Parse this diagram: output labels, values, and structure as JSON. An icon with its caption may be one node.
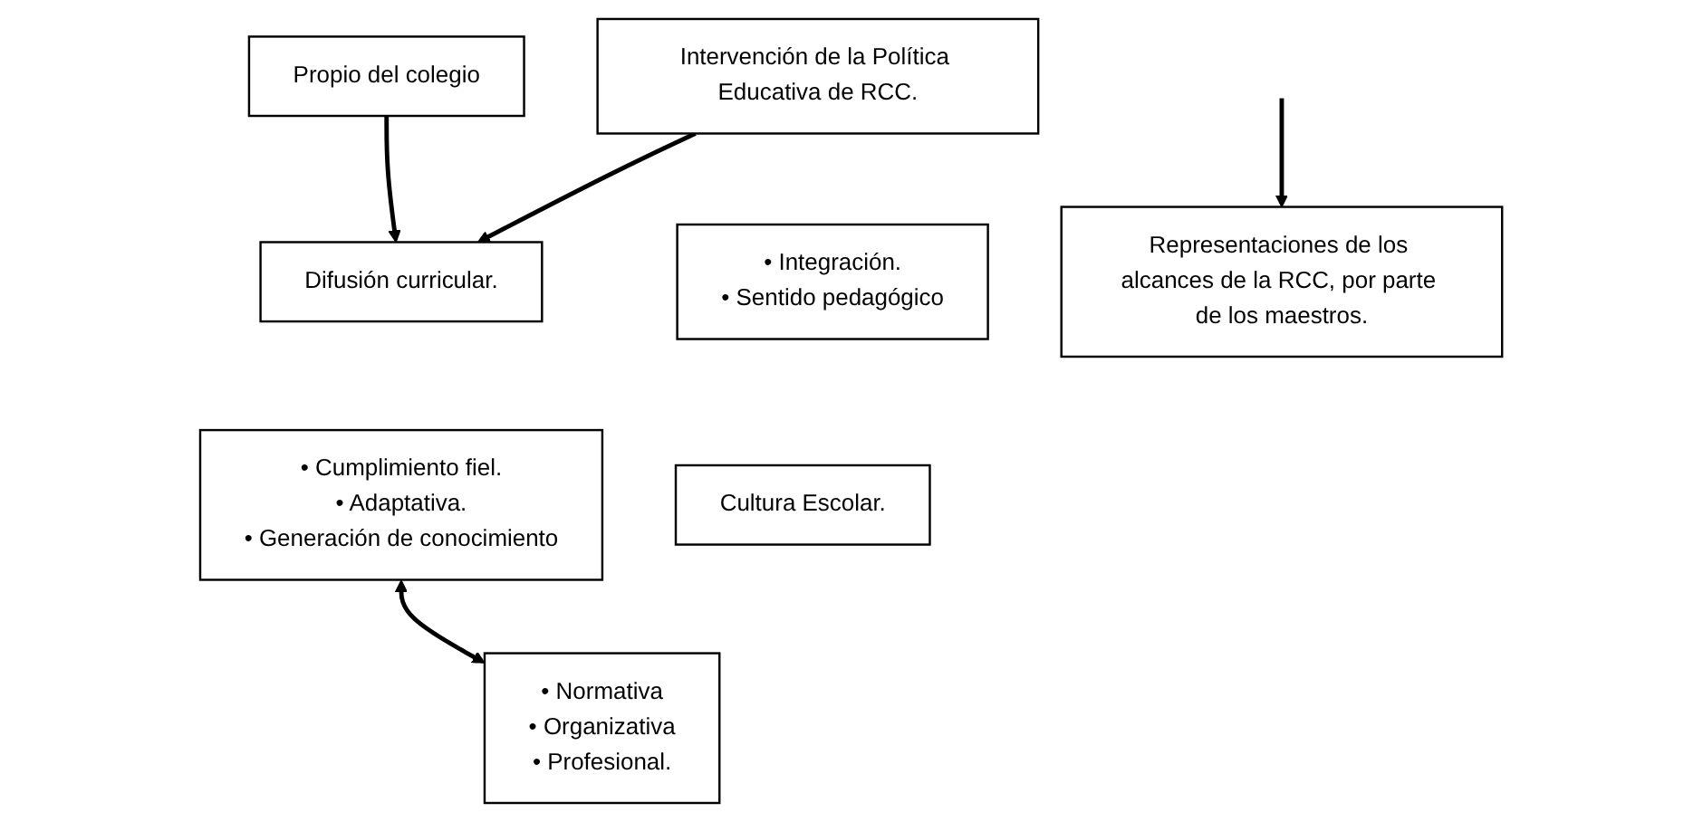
{
  "diagram": {
    "nodes": [
      {
        "text": [
          "Propio del colegio"
        ]
      },
      {
        "text": [
          "Difusión curricular."
        ]
      },
      {
        "text": [
          "• Cumplimiento fiel.",
          "• Adaptativa.",
          "• Generación de conocimiento"
        ]
      },
      {
        "text": [
          "Cultura Escolar."
        ]
      },
      {
        "text": [
          "• Normativa",
          "• Organizativa",
          "• Profesional."
        ]
      },
      {
        "text": [
          "Intervención de la Política Educativa de RCC."
        ]
      },
      {
        "text": [
          "• Integración.",
          "• Sentido pedagógico"
        ]
      },
      {
        "text": [
          "Representaciones de los alcances de la RCC, por parte de los maestros."
        ]
      }
    ],
    "edges": [
      {
        "from": 0,
        "to": 1,
        "arrow": "to"
      },
      {
        "from": 5,
        "to": 1,
        "arrow": "to"
      },
      {
        "from": 2,
        "to": 4,
        "arrow": "both"
      },
      {
        "from": null,
        "to": 7,
        "arrow": "to"
      }
    ]
  }
}
